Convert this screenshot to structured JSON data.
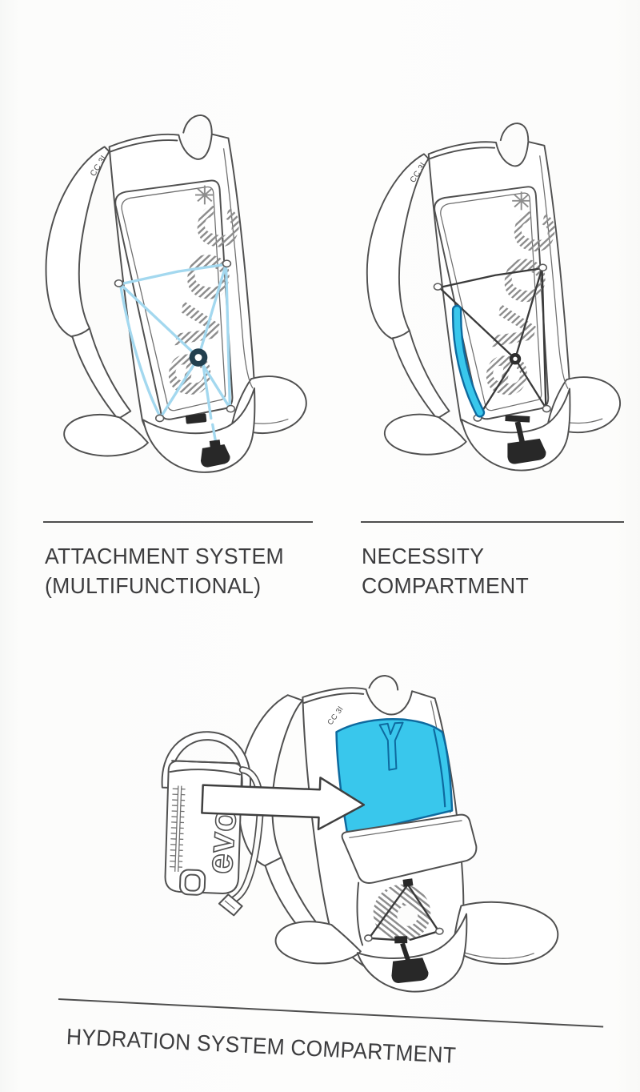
{
  "page": {
    "background": "#fcfcfb"
  },
  "palette": {
    "line": "#505050",
    "text": "#3c3c3e",
    "accent_cyan": "#39c7ec",
    "cyan_outline": "#0e6a9f",
    "bungee_light_blue": "#a3d8ef",
    "bungee_dark": "#3a3a3a",
    "hardware_black": "#282828"
  },
  "figures": {
    "attachment": {
      "caption_line1": "ATTACHMENT SYSTEM",
      "caption_line2": "(MULTIFUNCTIONAL)"
    },
    "necessity": {
      "caption_line1": "NECESSITY",
      "caption_line2": "COMPARTMENT"
    },
    "hydration": {
      "caption": "HYDRATION SYSTEM COMPARTMENT"
    }
  },
  "illustrations": {
    "model_label": "CC 3l",
    "brand_logo": "evoc",
    "bladder_logo": "evo"
  }
}
